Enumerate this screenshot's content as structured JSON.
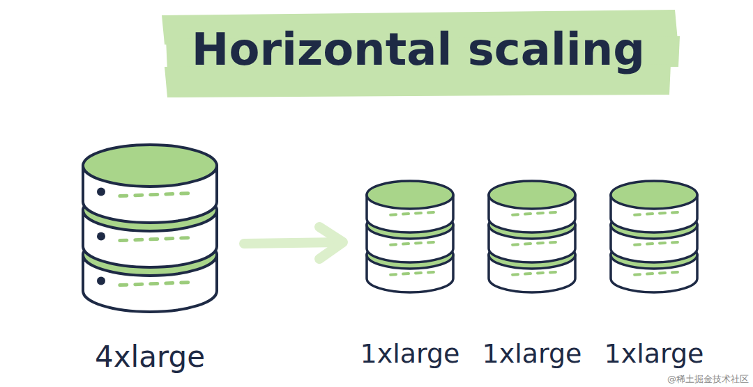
{
  "diagram": {
    "title": "Horizontal scaling",
    "labels": [
      "4xlarge",
      "1xlarge",
      "1xlarge",
      "1xlarge",
      "@稀土掘金技术社区"
    ]
  }
}
